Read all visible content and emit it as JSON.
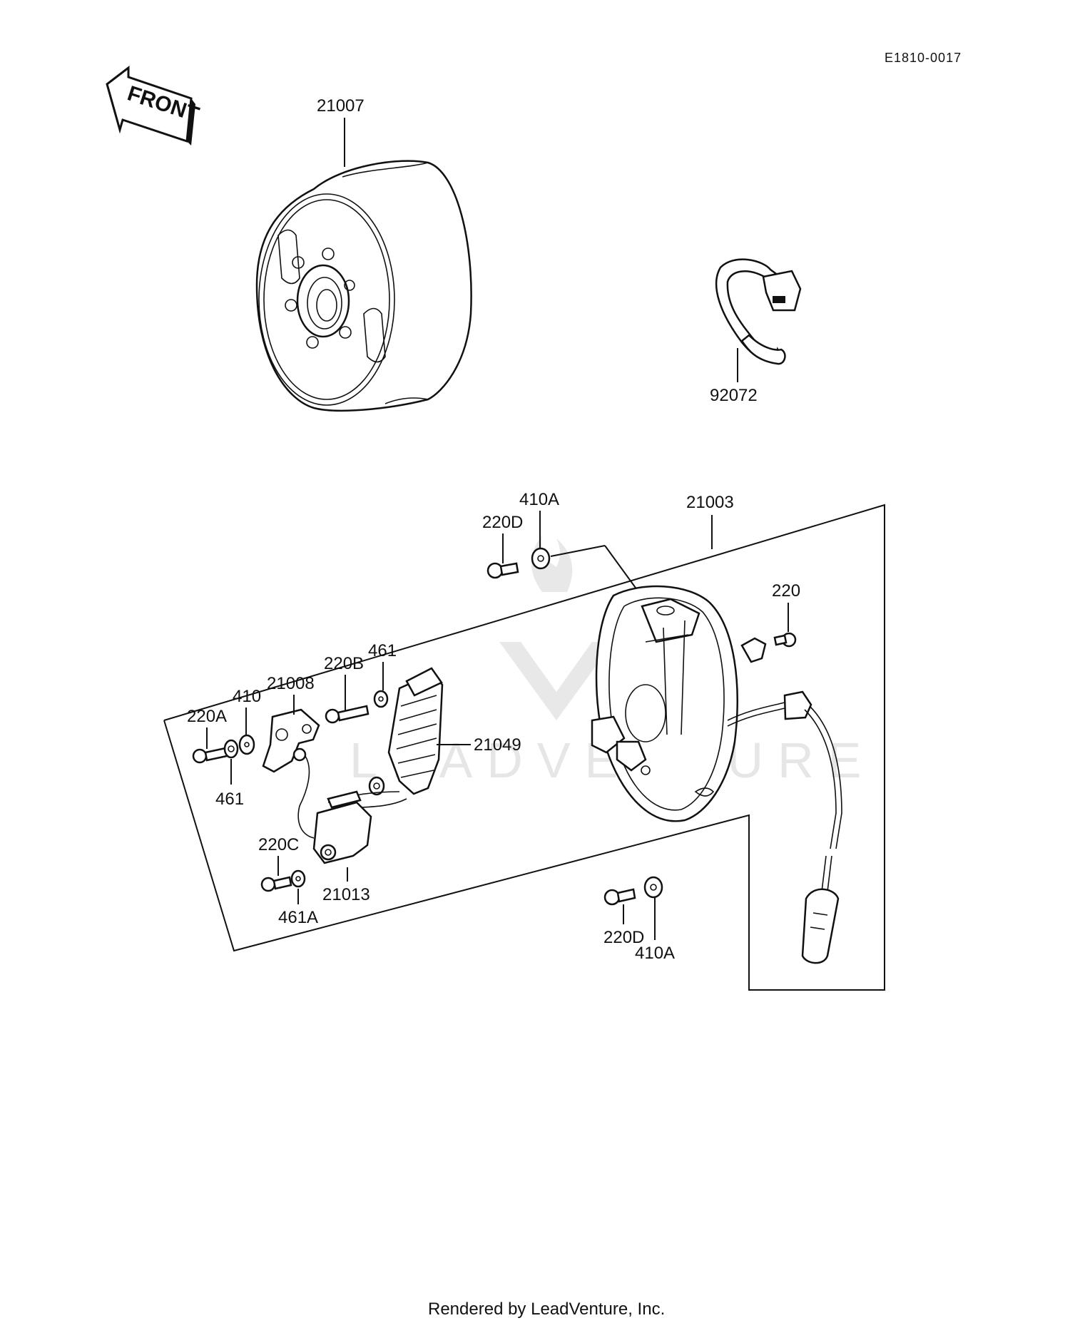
{
  "diagram_code": "E1810-0017",
  "front_label": "FRONT",
  "watermark": "LEADVENTURE",
  "footer": "Rendered by LeadVenture, Inc.",
  "callouts": {
    "flywheel": "21007",
    "band_clamp": "92072",
    "stator_plate": "21003",
    "screw_top": "220D",
    "washer_top": "410A",
    "screw_right": "220",
    "screw_pickup_left": "220A",
    "washer_left": "410",
    "lockwasher_left": "461",
    "pickup": "21008",
    "screw_coil": "220B",
    "lockwasher_coil": "461",
    "coil": "21049",
    "screw_lower": "220C",
    "lockwasher_lower": "461A",
    "contact_breaker": "21013",
    "screw_bottom": "220D",
    "washer_bottom": "410A"
  }
}
